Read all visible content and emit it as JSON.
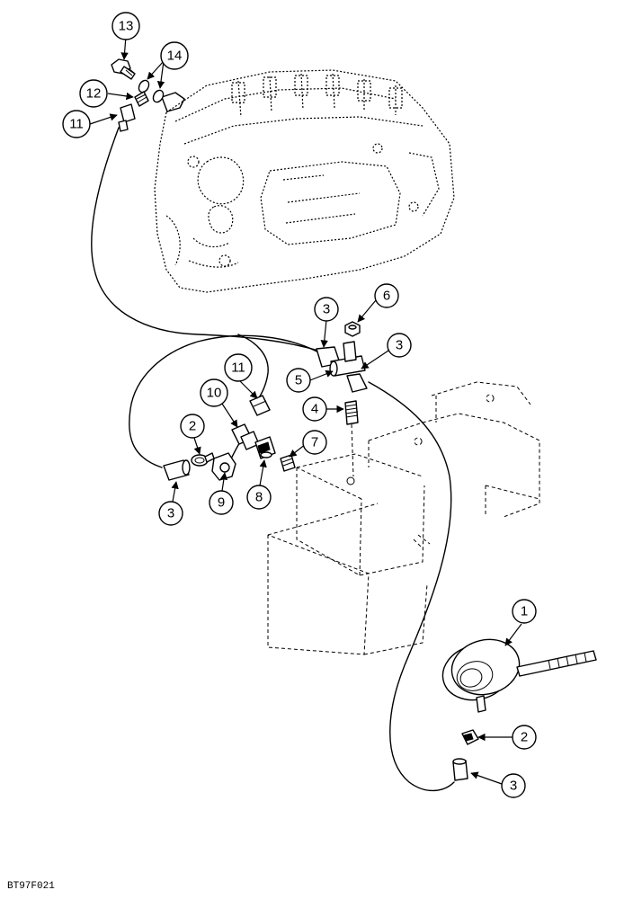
{
  "figure_code": "BT97F021",
  "callouts": {
    "c13": "13",
    "c14": "14",
    "c12": "12",
    "c11_top": "11",
    "c6": "6",
    "c3_top_left": "3",
    "c3_top_right": "3",
    "c5": "5",
    "c11_mid": "11",
    "c10": "10",
    "c4": "4",
    "c2_left": "2",
    "c7": "7",
    "c3_left": "3",
    "c9": "9",
    "c8": "8",
    "c1": "1",
    "c2_right": "2",
    "c3_bottom": "3"
  }
}
